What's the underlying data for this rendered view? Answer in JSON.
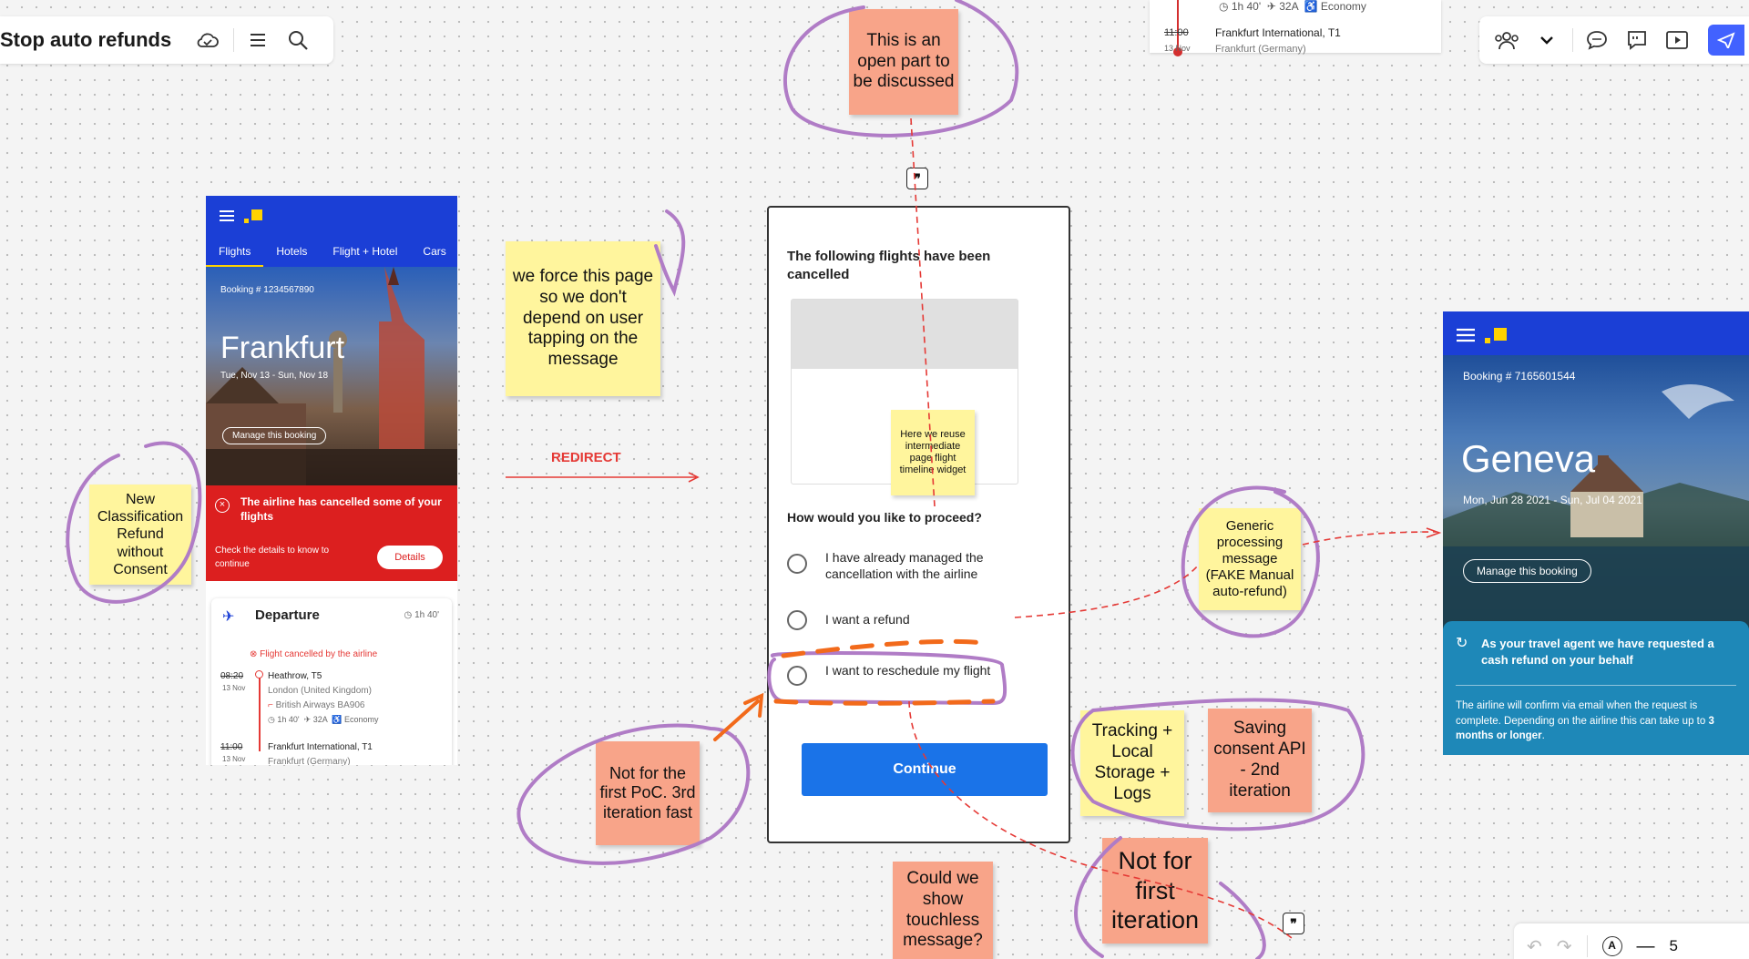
{
  "toolbar": {
    "board_title": "Stop auto refunds"
  },
  "phone_frankfurt": {
    "tabs": [
      "Flights",
      "Hotels",
      "Flight + Hotel",
      "Cars"
    ],
    "booking_number": "Booking # 1234567890",
    "city": "Frankfurt",
    "dates": "Tue, Nov 13 - Sun, Nov 18",
    "manage_button": "Manage this booking",
    "alert_title": "The airline has cancelled some of your flights",
    "alert_body": "Check the details to know to continue",
    "details_button": "Details",
    "departure_label": "Departure",
    "duration": "1h 40'",
    "cancel_notice": "Flight cancelled by the airline",
    "dep_time": "08:20",
    "dep_date": "13 Nov",
    "dep_airport": "Heathrow, T5",
    "dep_city": "London (United Kingdom)",
    "airline": "British Airways  BA906",
    "flight_meta_duration": "1h 40'",
    "flight_meta_seat": "32A",
    "flight_meta_class": "Economy",
    "arr_time": "11:00",
    "arr_date": "13 Nov",
    "arr_airport": "Frankfurt International, T1",
    "arr_city": "Frankfurt (Germany)"
  },
  "top_partial_card": {
    "meta_duration": "1h 40'",
    "meta_seat": "32A",
    "meta_class": "Economy",
    "time": "11:00",
    "date": "13 Nov",
    "airport": "Frankfurt International, T1",
    "city": "Frankfurt (Germany)"
  },
  "dialog": {
    "title": "The following flights have been cancelled",
    "question": "How would you like to proceed?",
    "options": [
      "I have already managed the cancellation with the airline",
      "I want a refund",
      "I want to reschedule my flight"
    ],
    "continue_button": "Continue"
  },
  "phone_geneva": {
    "booking_number": "Booking # 7165601544",
    "city": "Geneva",
    "dates": "Mon, Jun 28 2021 - Sun, Jul 04 2021",
    "manage_button": "Manage this booking",
    "msg_title": "As your travel agent we have requested a cash refund on your behalf",
    "msg_body_pre": "The airline will confirm via email when the request is complete. Depending on the airline this can take up to ",
    "msg_body_bold": "3 months or longer",
    "msg_body_post": "."
  },
  "stickies": {
    "open_part": "This is an open part to be discussed",
    "force_page": "we  force this page so we don't depend on user tapping on the message",
    "new_classification": "New Classification Refund without Consent",
    "reuse_widget": "Here we reuse intermediate page flight timeline widget",
    "generic_processing": "Generic processing message (FAKE Manual auto-refund)",
    "not_first_poc": "Not for the first PoC. 3rd iteration fast",
    "tracking": "Tracking + Local Storage + Logs",
    "saving_consent": "Saving consent API - 2nd iteration",
    "not_first_iteration": "Not for first iteration",
    "touchless": "Could we show touchless message?"
  },
  "labels": {
    "redirect": "REDIRECT"
  },
  "bottom_bar": {
    "zoom_partial": "5"
  },
  "colors": {
    "sticky_yellow": "#fff59d",
    "sticky_salmon": "#f8a489",
    "annotation_purple": "#b07cc6",
    "arrow_red": "#e53935",
    "arrow_orange": "#f26a1b",
    "continue_blue": "#1a73e8",
    "brand_blue": "#1b3fd6"
  }
}
